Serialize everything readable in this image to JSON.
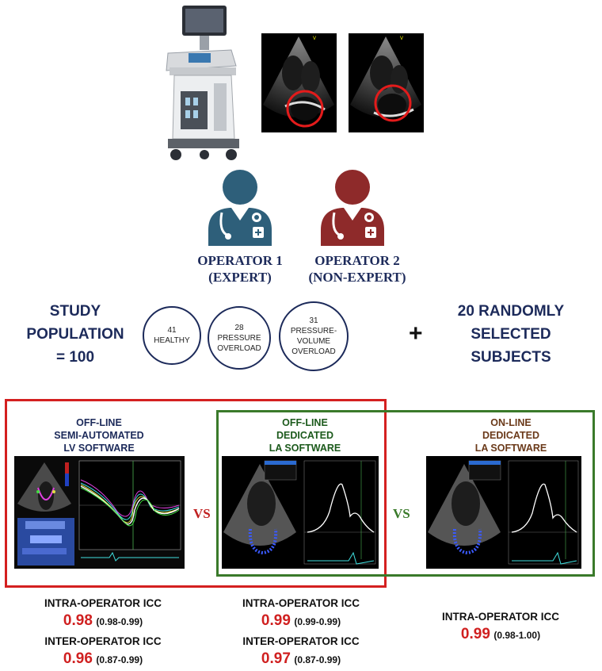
{
  "operators": [
    {
      "name": "OPERATOR 1",
      "role": "(EXPERT)",
      "color": "#2e5f7a"
    },
    {
      "name": "OPERATOR 2",
      "role": "(NON-EXPERT)",
      "color": "#8e2a2a"
    }
  ],
  "population": {
    "title_line1": "STUDY",
    "title_line2": "POPULATION",
    "title_line3": "= 100",
    "groups": [
      {
        "count": "41",
        "label_line1": "HEALTHY",
        "label_line2": "",
        "label_line3": ""
      },
      {
        "count": "28",
        "label_line1": "PRESSURE",
        "label_line2": "OVERLOAD",
        "label_line3": ""
      },
      {
        "count": "31",
        "label_line1": "PRESSURE-",
        "label_line2": "VOLUME",
        "label_line3": "OVERLOAD"
      }
    ],
    "plus": "+",
    "random_line1": "20 RANDOMLY",
    "random_line2": "SELECTED",
    "random_line3": "SUBJECTS"
  },
  "software": [
    {
      "line1": "OFF-LINE",
      "line2": "SEMI-AUTOMATED",
      "line3": "LV SOFTWARE",
      "color": "#1c2a5a"
    },
    {
      "line1": "OFF-LINE",
      "line2": "DEDICATED",
      "line3": "LA SOFTWARE",
      "color": "#1c5a1c"
    },
    {
      "line1": "ON-LINE",
      "line2": "DEDICATED",
      "line3": "LA SOFTWARE",
      "color": "#6b3a1a"
    }
  ],
  "vs_labels": [
    "VS",
    "VS"
  ],
  "colors": {
    "red_box": "#d42020",
    "green_box": "#3a7a2a",
    "vs1": "#c02020",
    "vs2": "#3a7a2a"
  },
  "stats": {
    "col1": {
      "intra_label": "INTRA-OPERATOR ICC",
      "intra_value": "0.98",
      "intra_ci": "(0.98-0.99)",
      "inter_label": "INTER-OPERATOR ICC",
      "inter_value": "0.96",
      "inter_ci": "(0.87-0.99)"
    },
    "col2": {
      "intra_label": "INTRA-OPERATOR ICC",
      "intra_value": "0.99",
      "intra_ci": "(0.99-0.99)",
      "inter_label": "INTER-OPERATOR ICC",
      "inter_value": "0.97",
      "inter_ci": "(0.87-0.99)"
    },
    "col3": {
      "intra_label": "INTRA-OPERATOR ICC",
      "intra_value": "0.99",
      "intra_ci": "(0.98-1.00)"
    }
  }
}
